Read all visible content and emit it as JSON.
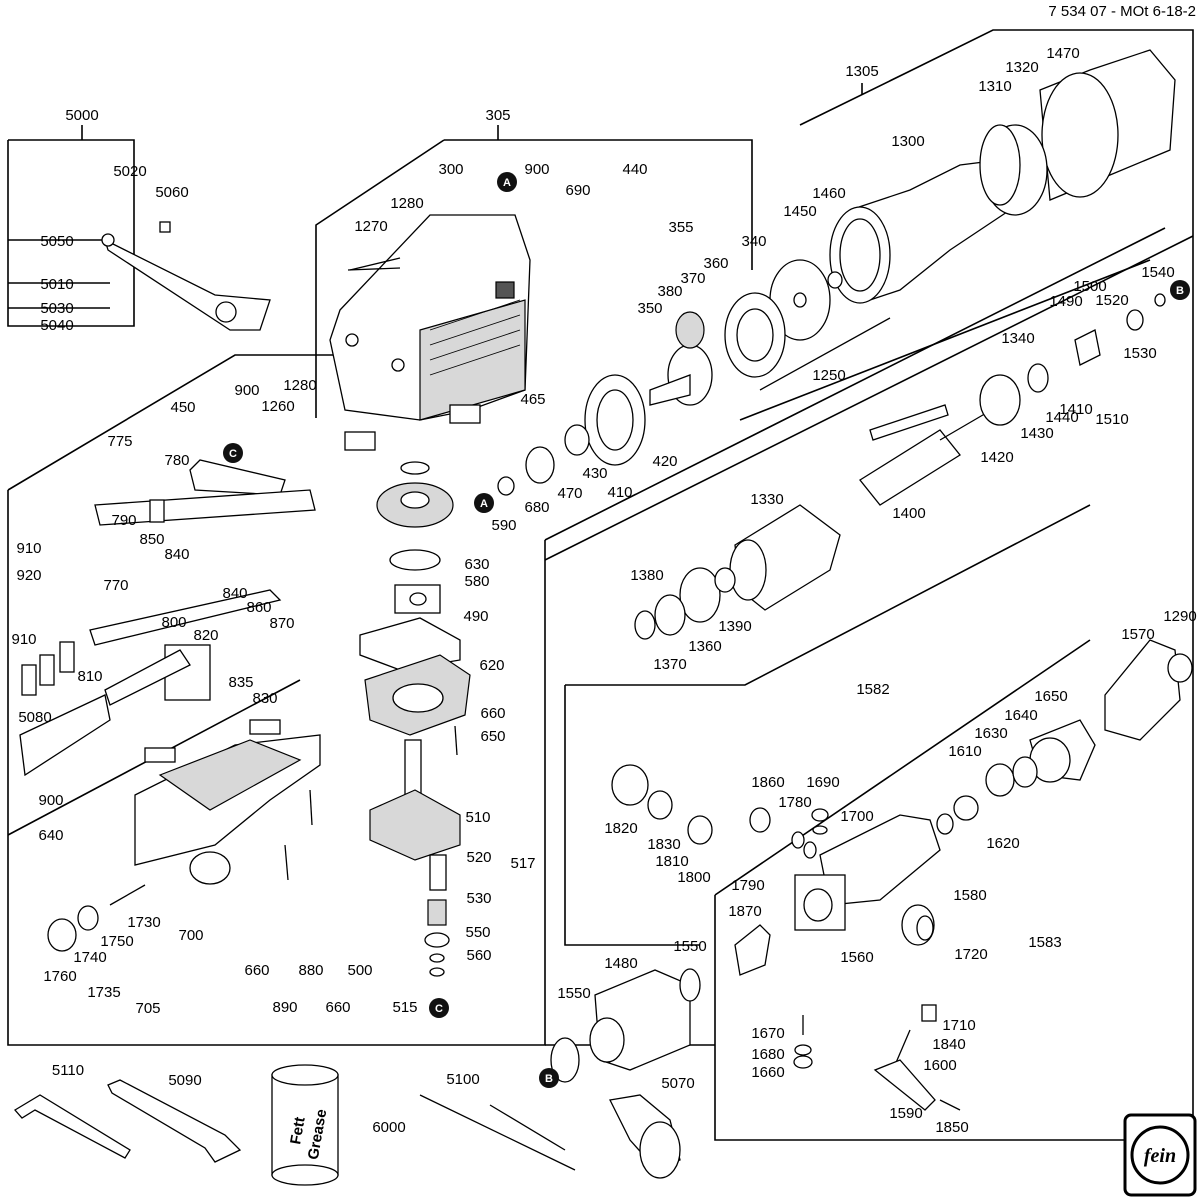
{
  "document": {
    "reference": "7 534 07 - MOt 6-18-2"
  },
  "grease_can": {
    "line1": "Fett",
    "line2": "Grease"
  },
  "logo": {
    "text": "fein"
  },
  "markers": [
    "A",
    "B",
    "C"
  ],
  "part_numbers": [
    "5000",
    "5020",
    "5060",
    "5050",
    "5010",
    "5030",
    "5040",
    "305",
    "300",
    "900",
    "1280",
    "1270",
    "690",
    "440",
    "355",
    "340",
    "1300",
    "1305",
    "1310",
    "1320",
    "1470",
    "1450",
    "1460",
    "1250",
    "370",
    "360",
    "380",
    "350",
    "1540",
    "1500",
    "1490",
    "1520",
    "1530",
    "1340",
    "1440",
    "1430",
    "1420",
    "1510",
    "1410",
    "1400",
    "1330",
    "1380",
    "1360",
    "1370",
    "1390",
    "900",
    "1280",
    "1260",
    "450",
    "775",
    "780",
    "790",
    "850",
    "840",
    "840",
    "860",
    "870",
    "465",
    "420",
    "430",
    "410",
    "470",
    "590",
    "680",
    "630",
    "580",
    "490",
    "620",
    "660",
    "650",
    "910",
    "920",
    "910",
    "770",
    "800",
    "820",
    "810",
    "835",
    "830",
    "5080",
    "900",
    "640",
    "510",
    "520",
    "517",
    "530",
    "550",
    "560",
    "515",
    "1730",
    "1750",
    "1740",
    "1760",
    "1735",
    "700",
    "705",
    "660",
    "880",
    "500",
    "890",
    "660",
    "1582",
    "1570",
    "1290",
    "1650",
    "1640",
    "1630",
    "1610",
    "1620",
    "1860",
    "1690",
    "1700",
    "1780",
    "1820",
    "1830",
    "1810",
    "1800",
    "1790",
    "1580",
    "1870",
    "1560",
    "1720",
    "1583",
    "1480",
    "1550",
    "1550",
    "1670",
    "1680",
    "1660",
    "1710",
    "1840",
    "1600",
    "1590",
    "1850",
    "5110",
    "5090",
    "6000",
    "5100",
    "5070"
  ]
}
